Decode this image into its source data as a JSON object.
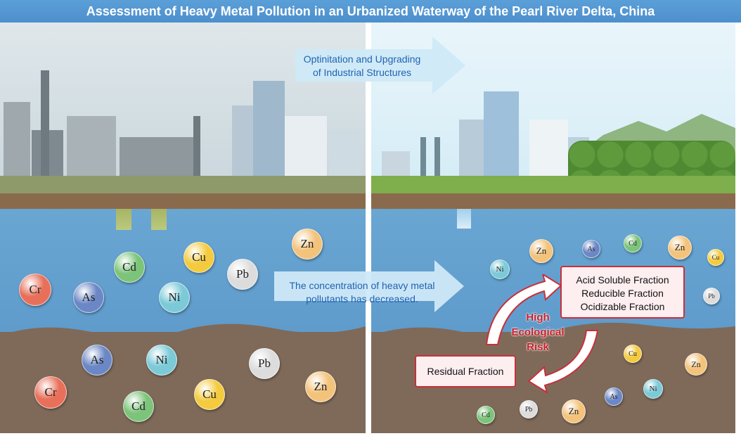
{
  "title": "Assessment of Heavy Metal Pollution in an Urbanized Waterway of the Pearl River Delta, China",
  "top_arrow": {
    "line1": "Optinitation and Upgrading",
    "line2": "of Industrial Structures"
  },
  "middle_arrow": {
    "line1": "The concentration of heavy metal",
    "line2": "pollutants has decreased."
  },
  "fraction_box": {
    "line1": "Acid Soluble Fraction",
    "line2": "Reducible Fraction",
    "line3": "Ocidizable  Fraction"
  },
  "residual_box": "Residual Fraction",
  "risk": {
    "line1": "High",
    "line2": "Ecological",
    "line3": "Risk"
  },
  "metal_colors": {
    "Cr": "#e8705a",
    "As": "#6b87c6",
    "Cd": "#7cc47a",
    "Ni": "#7ccad8",
    "Cu": "#f4cb3e",
    "Pb": "#dcdcdc",
    "Zn": "#f3c37c"
  },
  "left_water_metals": [
    "Cr",
    "As",
    "Cd",
    "Ni",
    "Cu",
    "Pb",
    "Zn"
  ],
  "left_sediment_metals": [
    "As",
    "Ni",
    "Pb",
    "Cr",
    "Cd",
    "Cu",
    "Zn"
  ],
  "right_water_metals": [
    "Ni",
    "Zn",
    "As",
    "Cd",
    "Zn",
    "Cu",
    "Pb"
  ],
  "right_sediment_metals": [
    "Cu",
    "Zn",
    "Ni",
    "As",
    "Zn",
    "Pb",
    "Cd"
  ]
}
